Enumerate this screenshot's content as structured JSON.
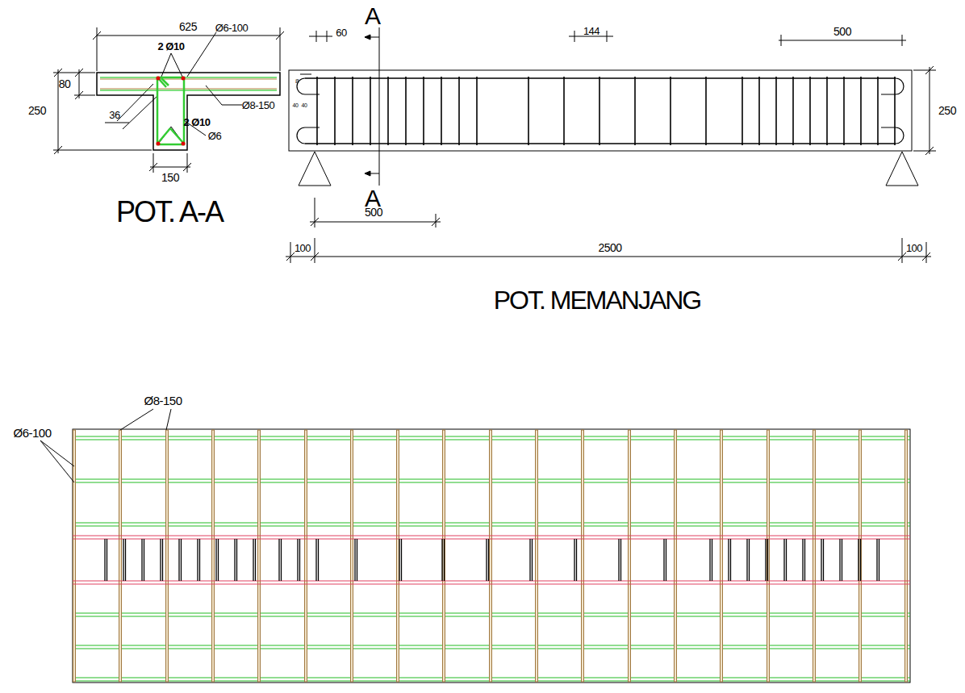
{
  "diagram": {
    "labels": [
      "625",
      "2 Ø10",
      "Ø6-100",
      "80",
      "250",
      "Ø8-150",
      "36",
      "2 Ø10",
      "Ø6",
      "150",
      "POT. A-A",
      "A",
      "A",
      "60",
      "8",
      "40",
      "40",
      "144",
      "500",
      "250",
      "500",
      "100",
      "2500",
      "100",
      "POT. MEMANJANG",
      "Ø8-150",
      "Ø6-100"
    ]
  }
}
